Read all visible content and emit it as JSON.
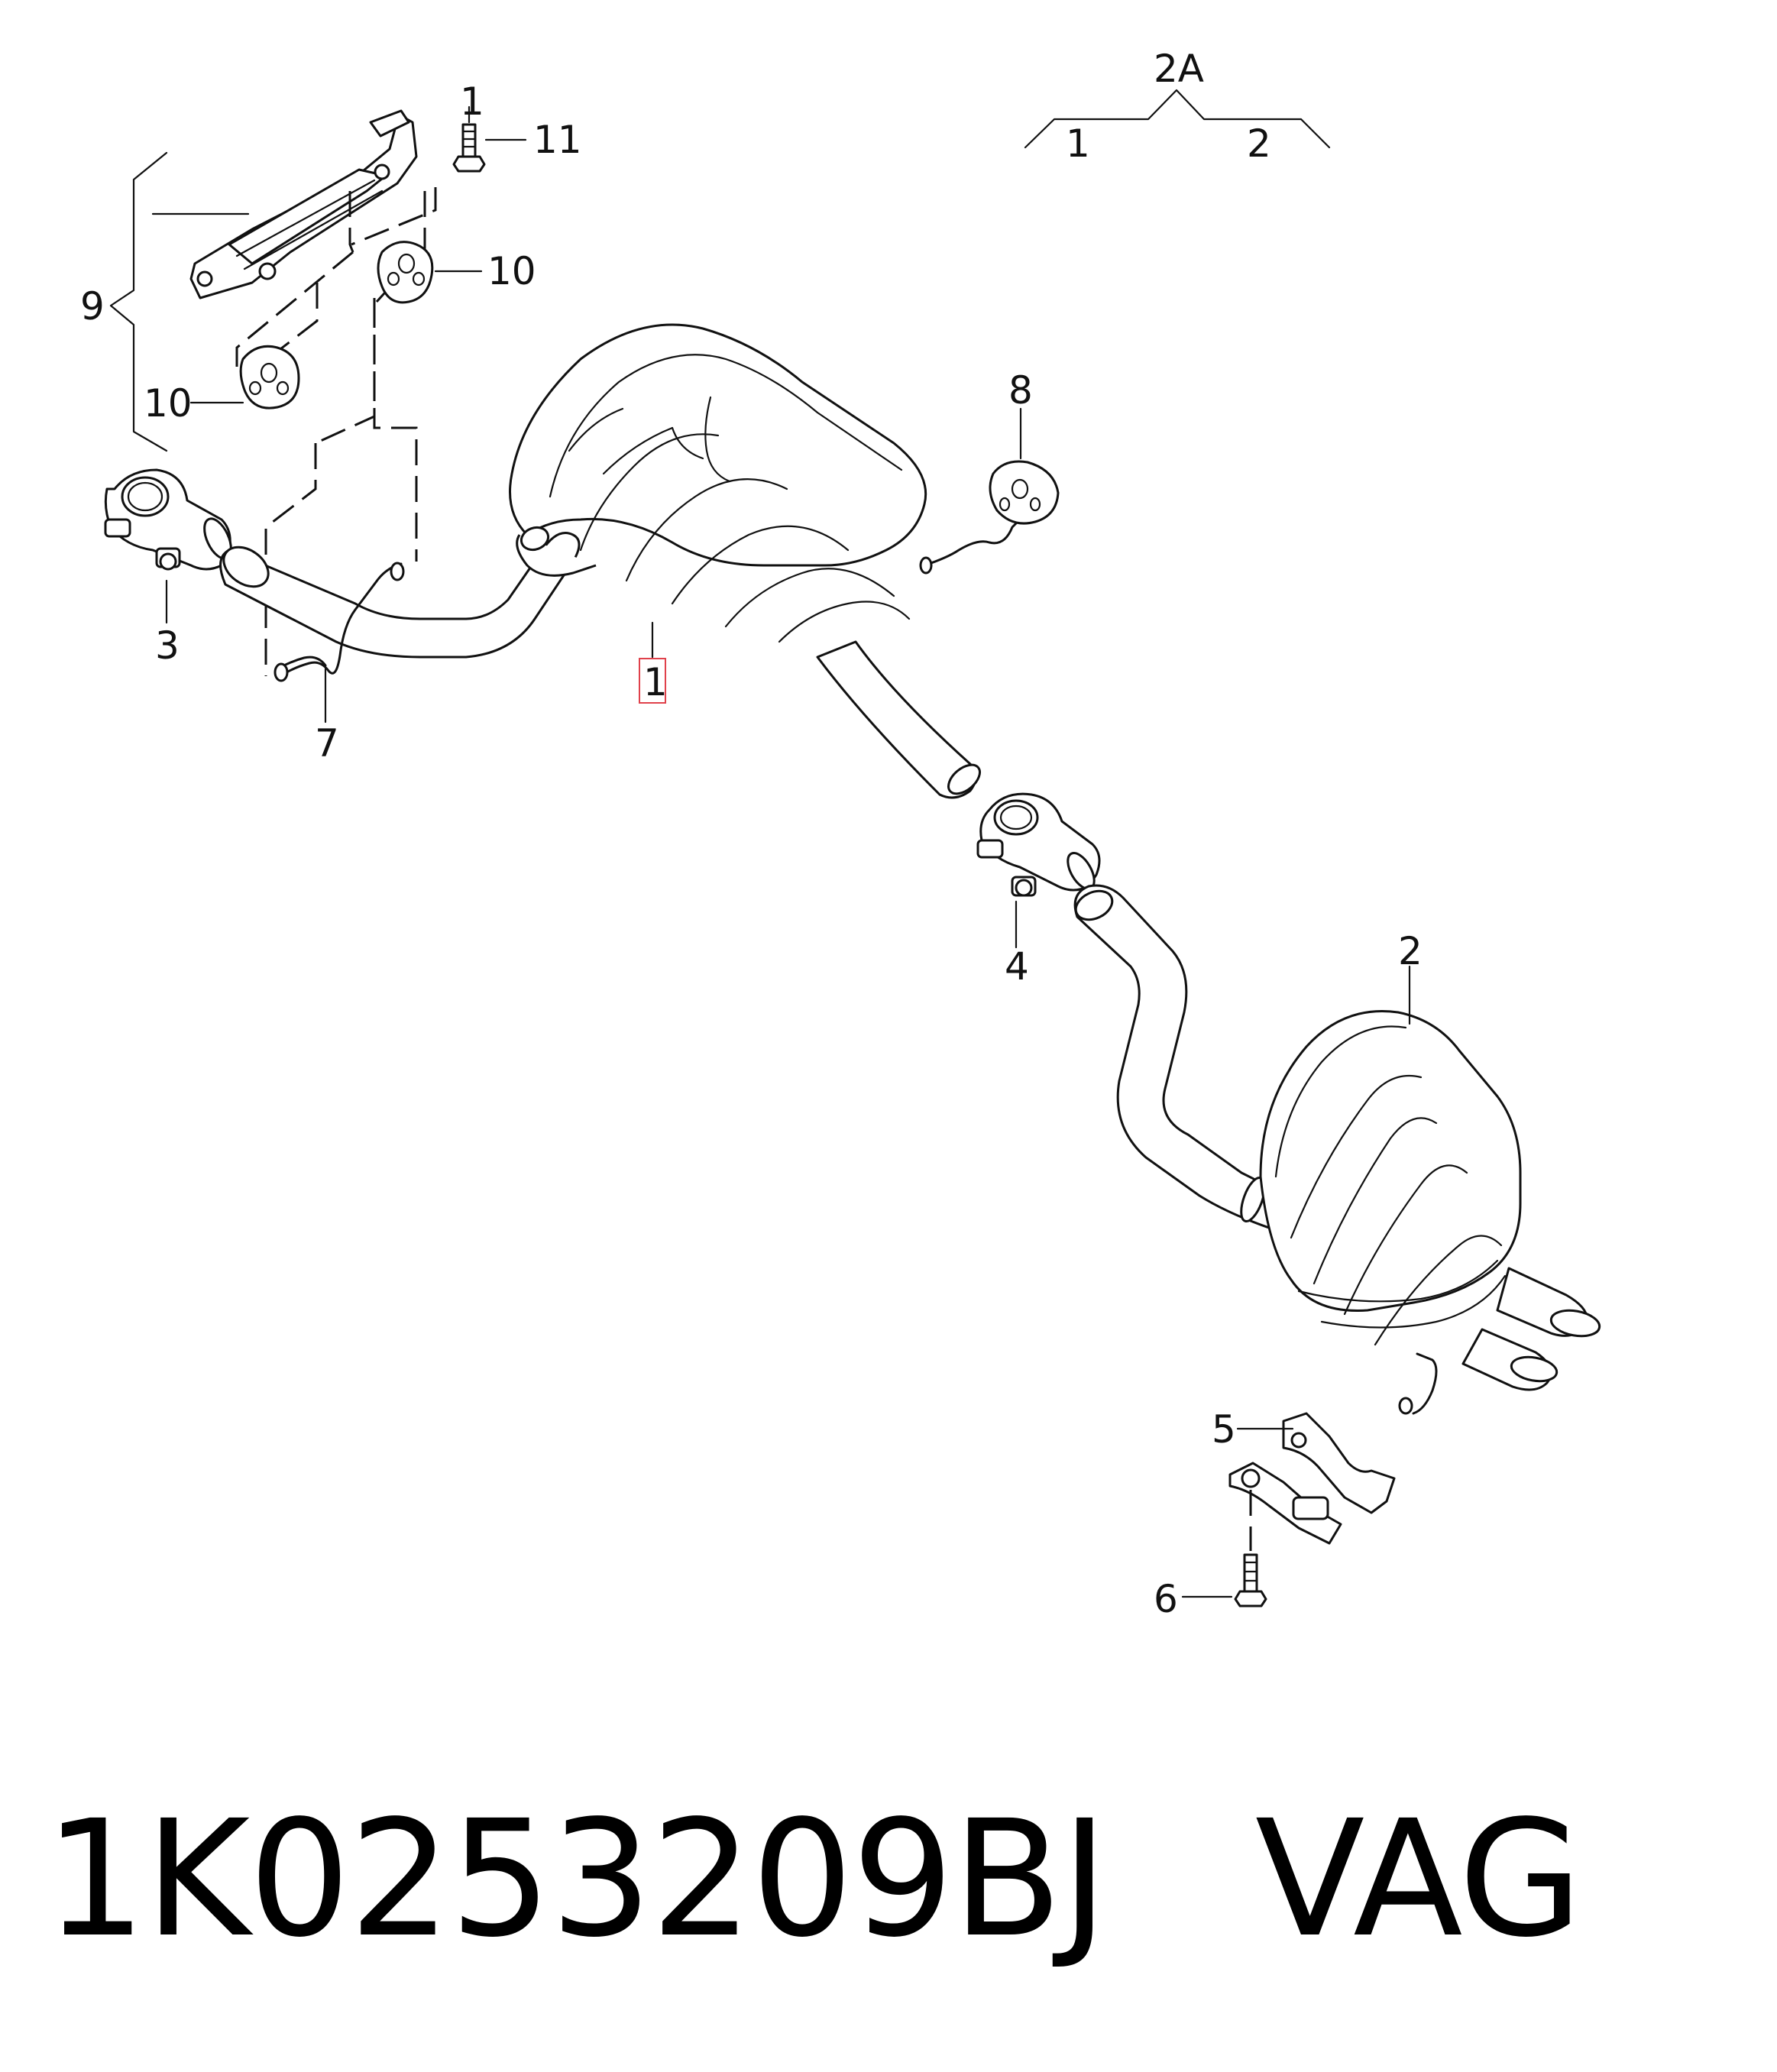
{
  "diagram": {
    "group": {
      "label": "2A",
      "branch_left": "1",
      "branch_right": "2"
    },
    "callouts": {
      "c1": "1",
      "c2": "2",
      "c3": "3",
      "c4": "4",
      "c5": "5",
      "c6": "6",
      "c7": "7",
      "c8": "8",
      "c9": "9",
      "c10_left": "10",
      "c10_right": "10",
      "c11": "11",
      "c11_ref": "1"
    },
    "highlighted_callout": "c1"
  },
  "footer": {
    "part_number": "1K0253209BJ",
    "brand": "VAG"
  }
}
